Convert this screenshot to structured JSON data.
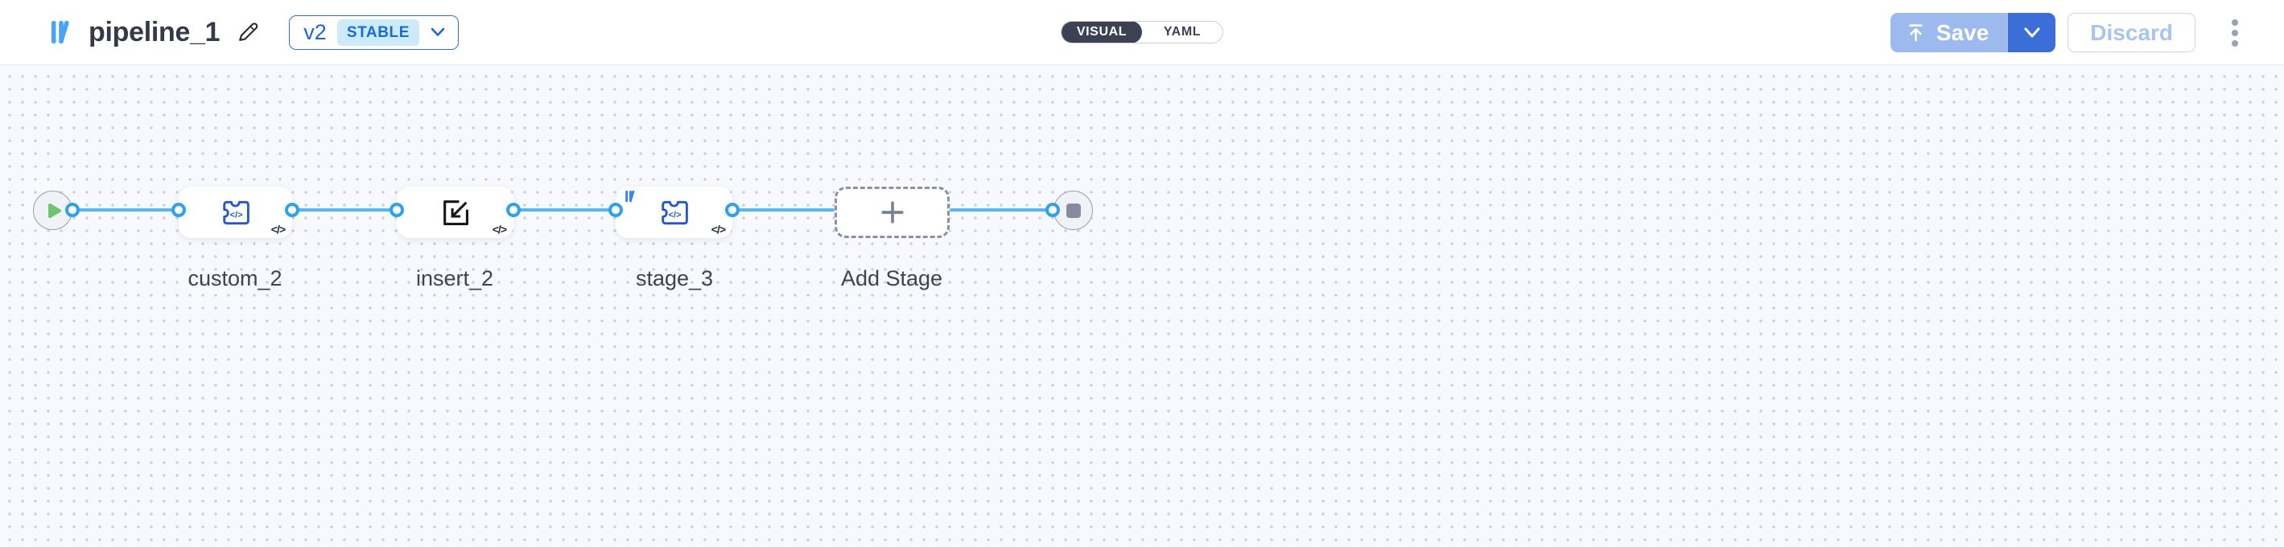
{
  "header": {
    "title": "pipeline_1",
    "version": {
      "label": "v2",
      "status": "STABLE"
    },
    "view_toggle": {
      "visual_label": "VISUAL",
      "yaml_label": "YAML",
      "selected": "VISUAL"
    },
    "actions": {
      "save_label": "Save",
      "discard_label": "Discard"
    }
  },
  "canvas": {
    "nodes": [
      {
        "id": "start",
        "type": "start"
      },
      {
        "id": "custom_2",
        "label": "custom_2",
        "icon": "puzzle-code-icon",
        "icon_text": "</>",
        "code_badge": "</>"
      },
      {
        "id": "insert_2",
        "label": "insert_2",
        "icon": "insert-icon",
        "code_badge": "</>"
      },
      {
        "id": "stage_3",
        "label": "stage_3",
        "icon": "puzzle-code-icon",
        "icon_text": "</>",
        "code_badge": "</>",
        "marker": "input-logo-icon"
      },
      {
        "id": "add_stage",
        "label": "Add Stage",
        "type": "add-stage"
      },
      {
        "id": "end",
        "type": "end"
      }
    ],
    "edges": [
      {
        "from": "start",
        "to": "custom_2"
      },
      {
        "from": "custom_2",
        "to": "insert_2"
      },
      {
        "from": "insert_2",
        "to": "stage_3"
      },
      {
        "from": "stage_3",
        "to": "add_stage"
      },
      {
        "from": "add_stage",
        "to": "end"
      }
    ]
  },
  "colors": {
    "edge_blue": "#57b7f2",
    "port_ring_blue": "#2ea2ec",
    "accent_blue": "#2463da",
    "logo_blue": "#4aa3f7",
    "toggle_dark": "#3c4254",
    "save_disabled_blue": "#9cbaed",
    "save_caret_blue": "#3b6fd7",
    "play_green": "#70c46e",
    "stop_gray": "#858ca0",
    "canvas_bg": "#f8f9fc"
  }
}
